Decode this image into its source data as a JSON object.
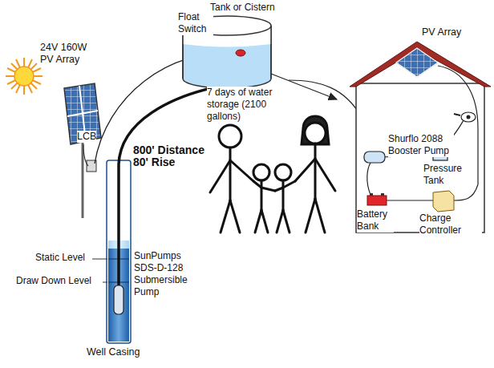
{
  "diagram": {
    "labels": [
      "24V 160W PV Array",
      "LCB",
      "800' Distance 80' Rise",
      "Static Level",
      "Draw Down Level",
      "SunPumps SDS-D-128 Submersible Pump",
      "Well Casing",
      "Float Switch",
      "Tank or Cistern",
      "7 days of water storage (2100 gallons)",
      "PV Array",
      "Shurflo 2088 Booster Pump",
      "Pressure Tank",
      "Battery Bank",
      "Charge Controller"
    ]
  }
}
